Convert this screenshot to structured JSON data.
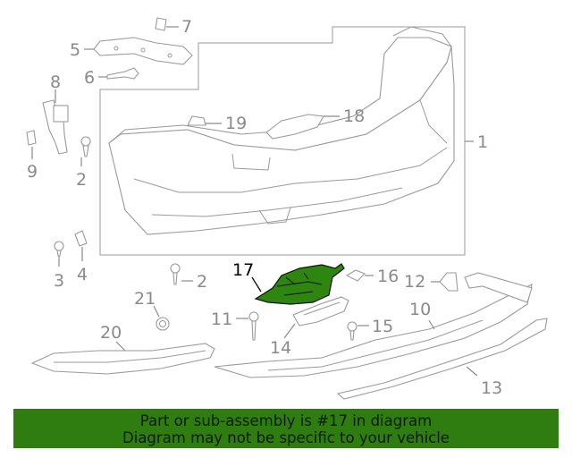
{
  "callouts": {
    "c1": "1",
    "c2a": "2",
    "c2b": "2",
    "c3": "3",
    "c4": "4",
    "c5": "5",
    "c6": "6",
    "c7": "7",
    "c8": "8",
    "c9": "9",
    "c10": "10",
    "c11": "11",
    "c12": "12",
    "c13": "13",
    "c14": "14",
    "c15": "15",
    "c16": "16",
    "c17": "17",
    "c18": "18",
    "c19": "19",
    "c20": "20",
    "c21": "21"
  },
  "highlighted_part": "17",
  "colors": {
    "highlight": "#2e8510",
    "banner": "#2f7d11",
    "linework": "#9a9a9a"
  },
  "banner": {
    "line1": "Part or sub-assembly is #17 in diagram",
    "line2": "Diagram may not be specific to your vehicle"
  }
}
